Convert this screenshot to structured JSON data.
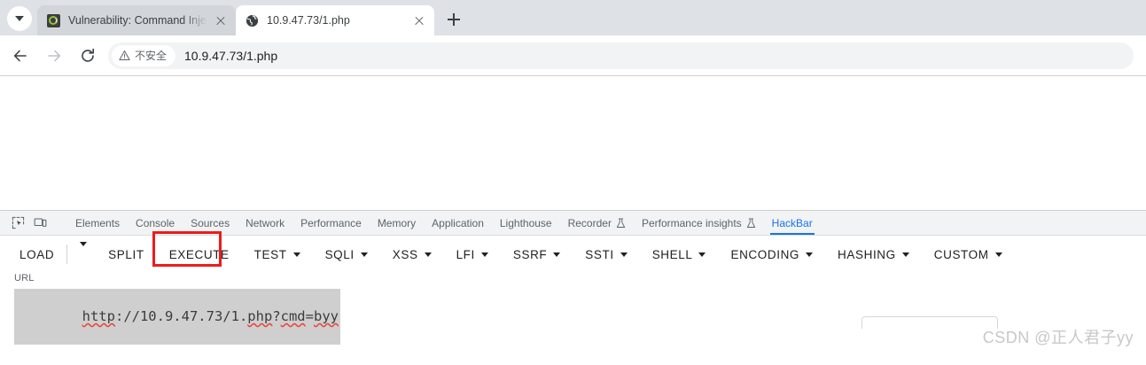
{
  "browser": {
    "tablist_button_icon": "chevron-down-icon",
    "newtab_button_label": "+",
    "tabs": [
      {
        "title": "Vulnerability: Command Inje",
        "favicon": "dvwa-favicon",
        "active": false,
        "close_label": "×"
      },
      {
        "title": "10.9.47.73/1.php",
        "favicon": "globe-icon",
        "active": true,
        "close_label": "×"
      }
    ],
    "toolbar": {
      "back_icon": "back-arrow-icon",
      "forward_icon": "forward-arrow-icon",
      "reload_icon": "reload-icon",
      "security_icon": "warning-triangle-icon",
      "security_text": "不安全",
      "url": "10.9.47.73/1.php"
    }
  },
  "devtools": {
    "inspect_icon": "inspect-element-icon",
    "device_icon": "device-toolbar-icon",
    "tabs": [
      {
        "label": "Elements",
        "active": false,
        "icon": null
      },
      {
        "label": "Console",
        "active": false,
        "icon": null
      },
      {
        "label": "Sources",
        "active": false,
        "icon": null
      },
      {
        "label": "Network",
        "active": false,
        "icon": null
      },
      {
        "label": "Performance",
        "active": false,
        "icon": null
      },
      {
        "label": "Memory",
        "active": false,
        "icon": null
      },
      {
        "label": "Application",
        "active": false,
        "icon": null
      },
      {
        "label": "Lighthouse",
        "active": false,
        "icon": null
      },
      {
        "label": "Recorder",
        "active": false,
        "icon": "flask-icon"
      },
      {
        "label": "Performance insights",
        "active": false,
        "icon": "flask-icon"
      },
      {
        "label": "HackBar",
        "active": true,
        "icon": null
      }
    ],
    "active_tab_color": "#1a73e8"
  },
  "hackbar": {
    "buttons": [
      {
        "label": "LOAD",
        "dropdown_split": true
      },
      {
        "label": "SPLIT",
        "caret": false
      },
      {
        "label": "EXECUTE",
        "caret": false,
        "annotated": true
      },
      {
        "label": "TEST",
        "caret": true
      },
      {
        "label": "SQLI",
        "caret": true
      },
      {
        "label": "XSS",
        "caret": true
      },
      {
        "label": "LFI",
        "caret": true
      },
      {
        "label": "SSRF",
        "caret": true
      },
      {
        "label": "SSTI",
        "caret": true
      },
      {
        "label": "SHELL",
        "caret": true
      },
      {
        "label": "ENCODING",
        "caret": true
      },
      {
        "label": "HASHING",
        "caret": true
      },
      {
        "label": "CUSTOM",
        "caret": true
      }
    ],
    "url_field": {
      "label": "URL",
      "value": "http://10.9.47.73/1.php?cmd=byy",
      "value_parts": [
        {
          "text": "http",
          "spellcheck_error": true
        },
        {
          "text": "://10.9.47.73/1.",
          "spellcheck_error": false
        },
        {
          "text": "php",
          "spellcheck_error": true
        },
        {
          "text": "?",
          "spellcheck_error": false
        },
        {
          "text": "cmd",
          "spellcheck_error": true
        },
        {
          "text": "=",
          "spellcheck_error": false
        },
        {
          "text": "byy",
          "spellcheck_error": true
        }
      ]
    },
    "annotation_color": "#ee1b1b"
  },
  "watermark": {
    "text": "CSDN @正人君子yy"
  }
}
